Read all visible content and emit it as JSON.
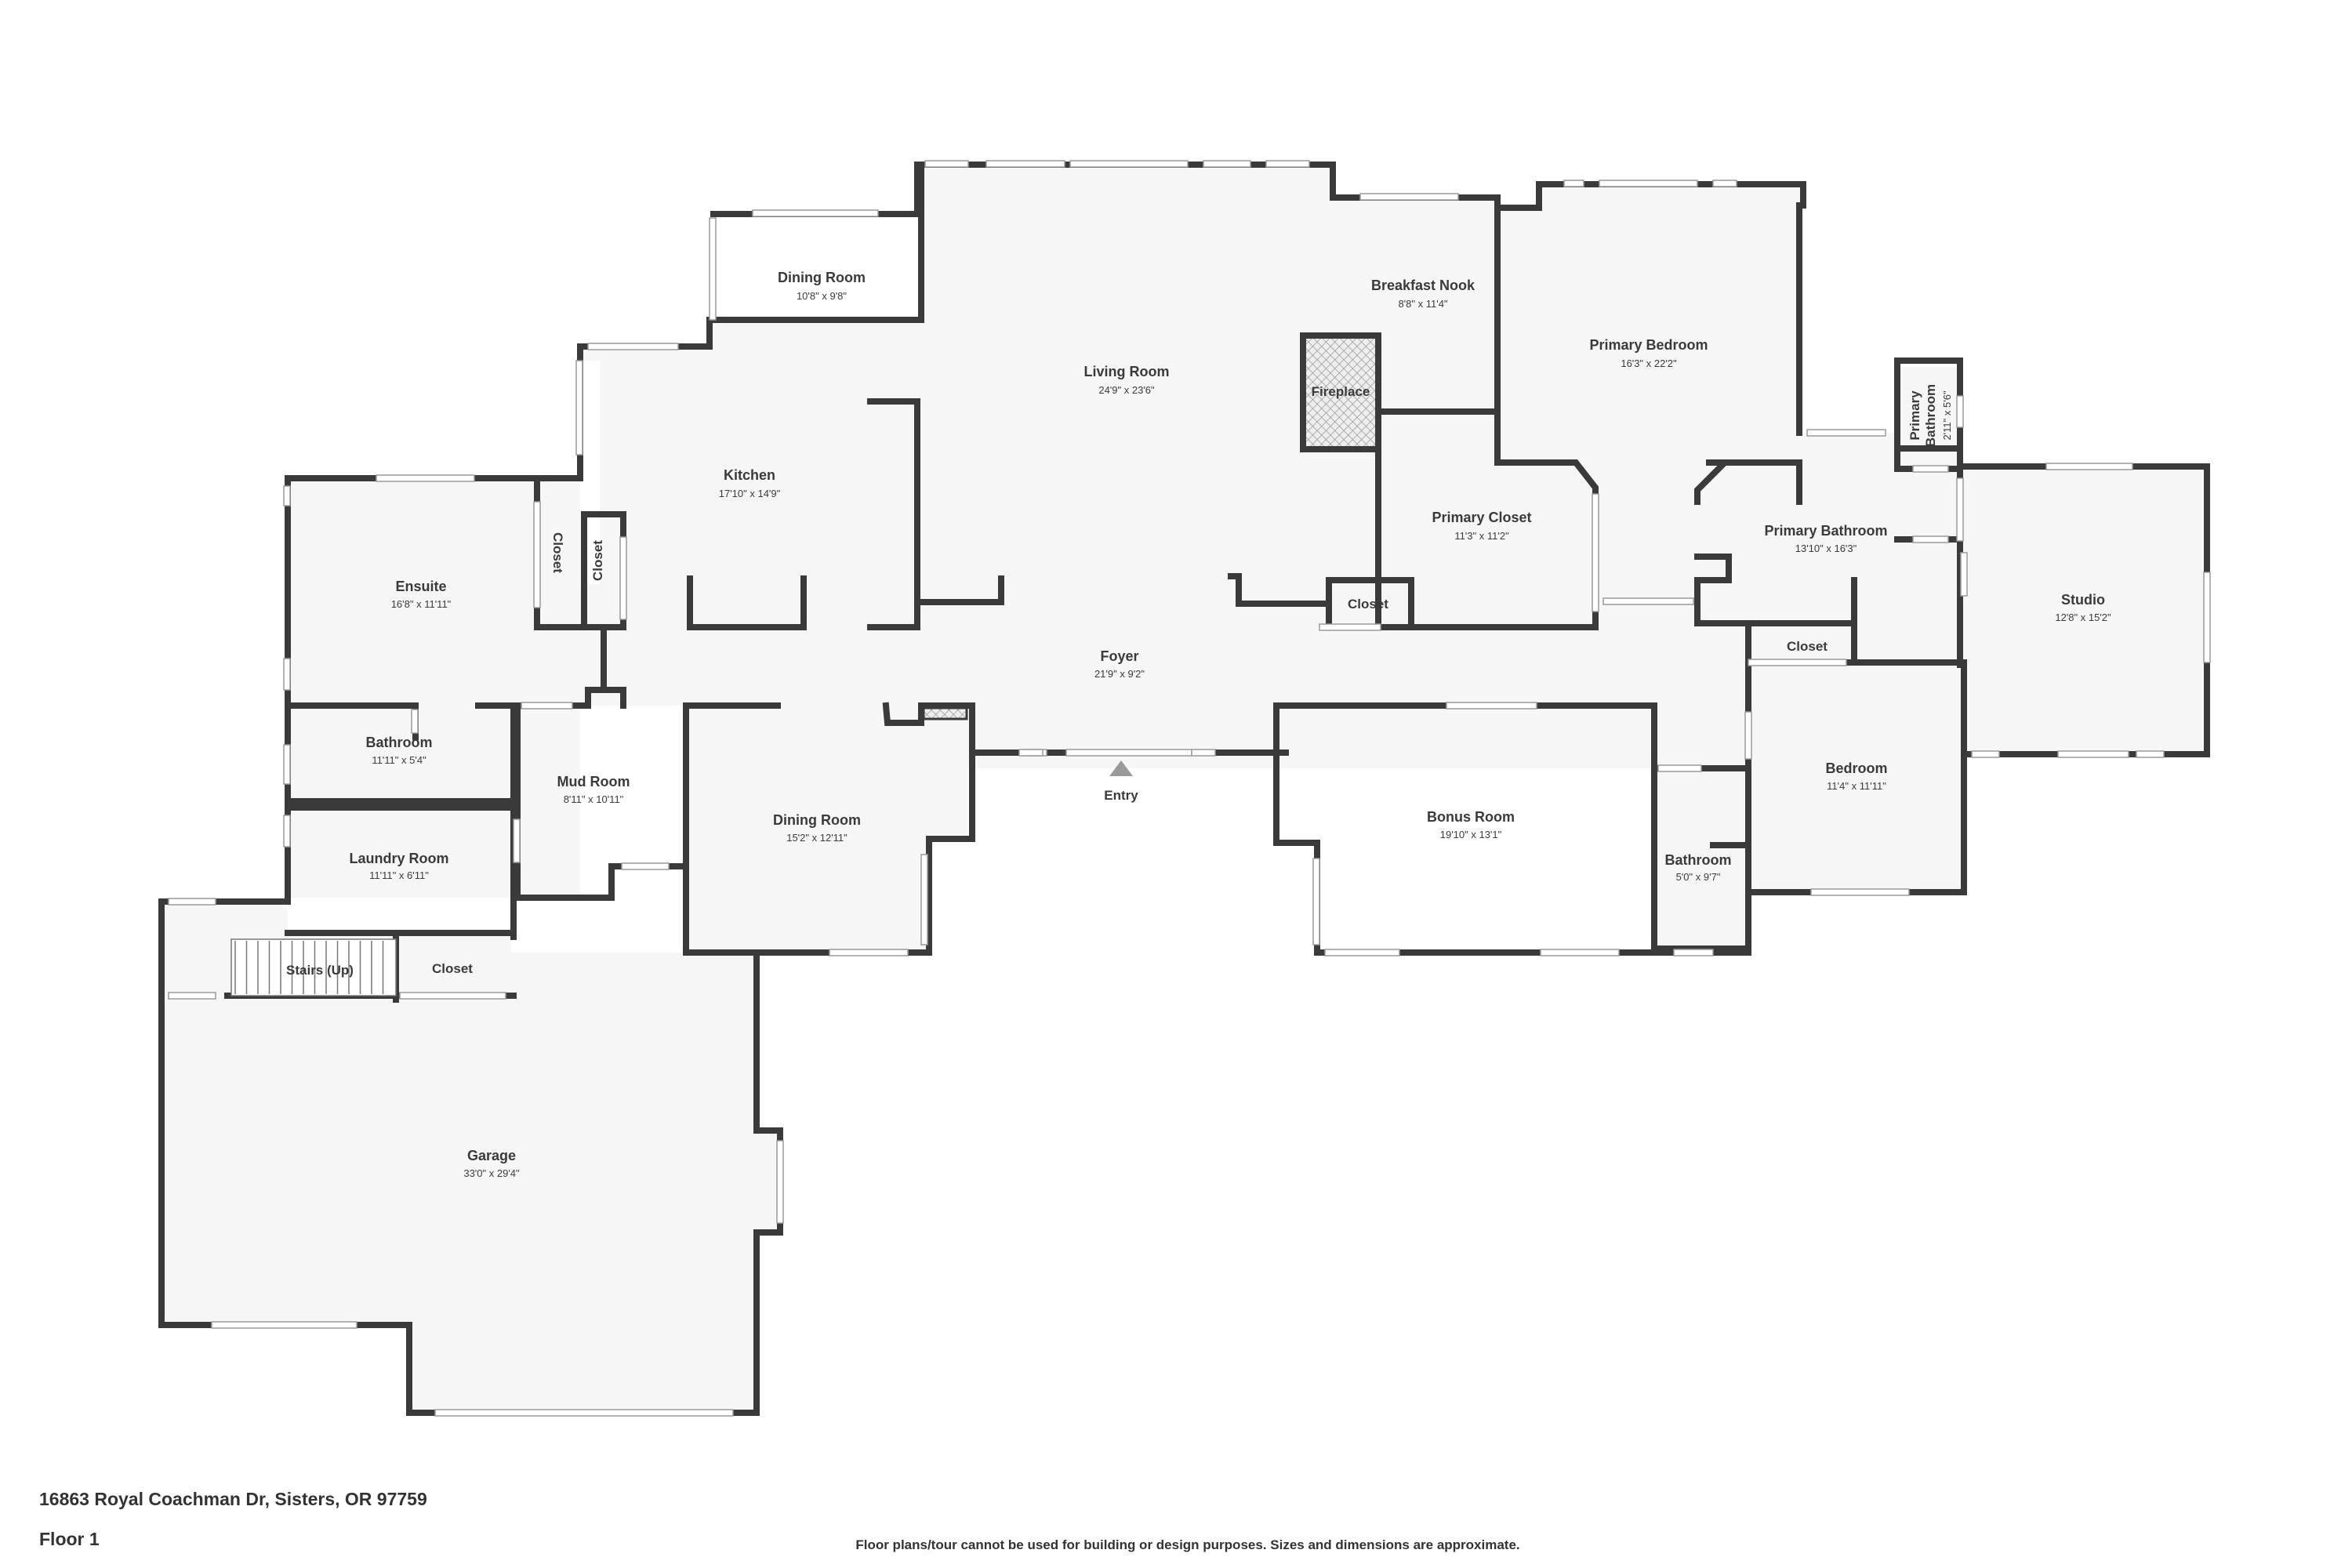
{
  "rooms": {
    "dining_room_top": {
      "name": "Dining Room",
      "dims": "10'8\" x 9'8\""
    },
    "breakfast_nook": {
      "name": "Breakfast Nook",
      "dims": "8'8\" x 11'4\""
    },
    "living_room": {
      "name": "Living Room",
      "dims": "24'9\" x 23'6\""
    },
    "primary_bedroom": {
      "name": "Primary Bedroom",
      "dims": "16'3\" x 22'2\""
    },
    "kitchen": {
      "name": "Kitchen",
      "dims": "17'10\" x 14'9\""
    },
    "fireplace": {
      "name": "Fireplace"
    },
    "primary_closet": {
      "name": "Primary Closet",
      "dims": "11'3\" x 11'2\""
    },
    "primary_bathroom_small": {
      "name_line1": "Primary",
      "name_line2": "Bathroom",
      "dims": "2'11\" x 5'6\""
    },
    "primary_bathroom": {
      "name": "Primary Bathroom",
      "dims": "13'10\" x 16'3\""
    },
    "ensuite": {
      "name": "Ensuite",
      "dims": "16'8\" x 11'11\""
    },
    "closet_ensuite_1": {
      "name": "Closet"
    },
    "closet_ensuite_2": {
      "name": "Closet"
    },
    "closet_living": {
      "name": "Closet"
    },
    "closet_bedroom": {
      "name": "Closet"
    },
    "closet_garage": {
      "name": "Closet"
    },
    "studio": {
      "name": "Studio",
      "dims": "12'8\" x 15'2\""
    },
    "foyer": {
      "name": "Foyer",
      "dims": "21'9\" x 9'2\""
    },
    "bathroom_left": {
      "name": "Bathroom",
      "dims": "11'11\" x 5'4\""
    },
    "mud_room": {
      "name": "Mud Room",
      "dims": "8'11\" x 10'11\""
    },
    "dining_room_bottom": {
      "name": "Dining Room",
      "dims": "15'2\" x 12'11\""
    },
    "bonus_room": {
      "name": "Bonus Room",
      "dims": "19'10\" x 13'1\""
    },
    "bedroom": {
      "name": "Bedroom",
      "dims": "11'4\" x 11'11\""
    },
    "laundry_room": {
      "name": "Laundry Room",
      "dims": "11'11\" x 6'11\""
    },
    "bathroom_right": {
      "name": "Bathroom",
      "dims": "5'0\" x 9'7\""
    },
    "stairs": {
      "name": "Stairs (Up)"
    },
    "garage": {
      "name": "Garage",
      "dims": "33'0\" x 29'4\""
    }
  },
  "entry_label": "Entry",
  "footer": {
    "address": "16863 Royal Coachman Dr, Sisters, OR 97759",
    "floor": "Floor 1",
    "disclaimer": "Floor plans/tour cannot be used for building or design purposes. Sizes and dimensions are approximate."
  }
}
